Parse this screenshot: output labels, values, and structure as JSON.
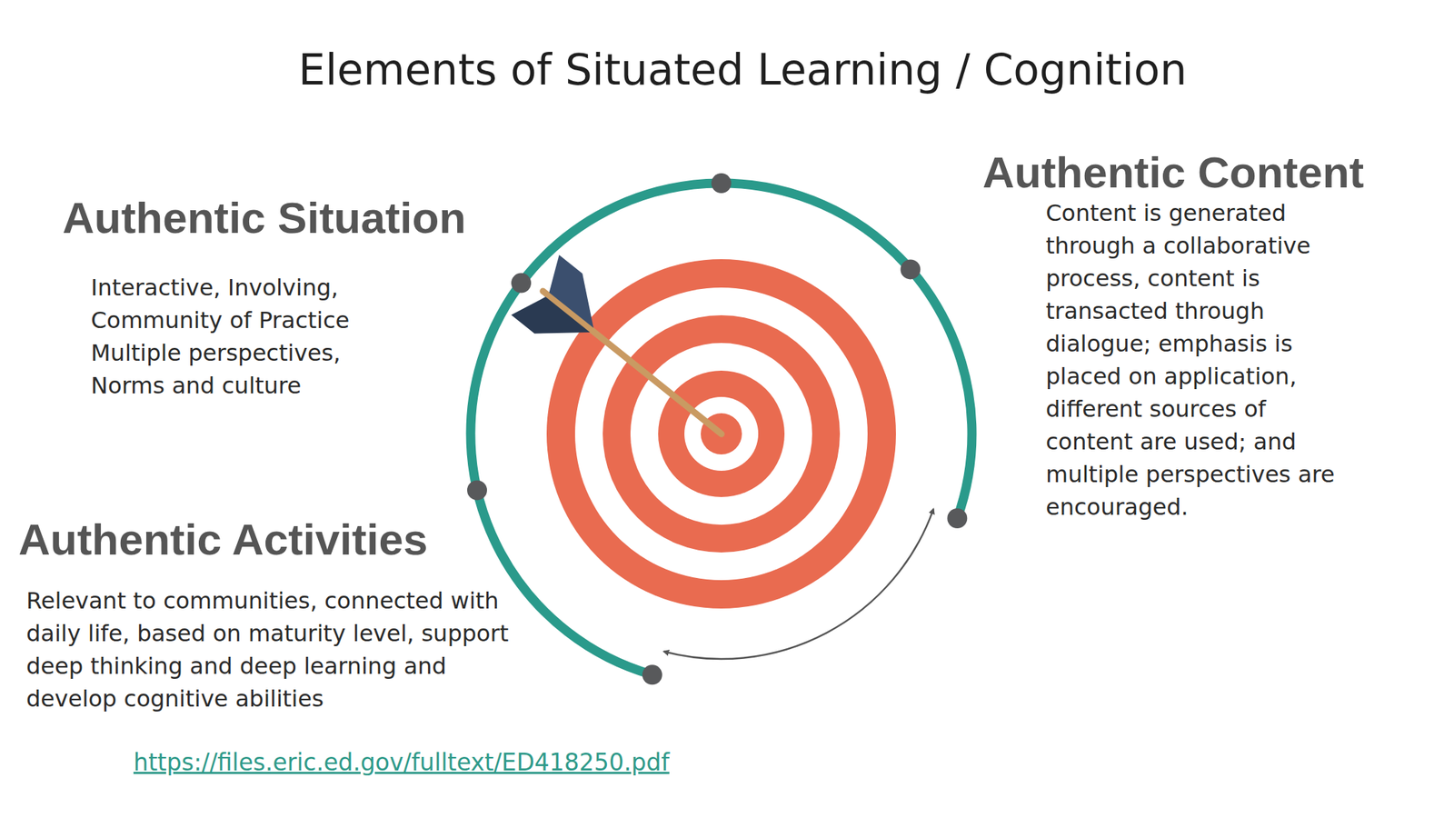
{
  "diagram": {
    "title": "Elements of Situated Learning / Cognition",
    "labels": [
      "Authentic Situation",
      "Interactive, Involving, Community of Practice Multiple perspectives, Norms and culture",
      "Authentic Content",
      "Content is generated through a collaborative process, content is transacted through dialogue; emphasis is placed on application, different sources of content are used; and multiple perspectives are encouraged.",
      "Authentic Activities",
      "Relevant to communities, connected with daily life, based on maturity level, support deep thinking and deep learning and develop cognitive abilities",
      "https://files.eric.ed.gov/fulltext/ED418250.pdf"
    ]
  }
}
